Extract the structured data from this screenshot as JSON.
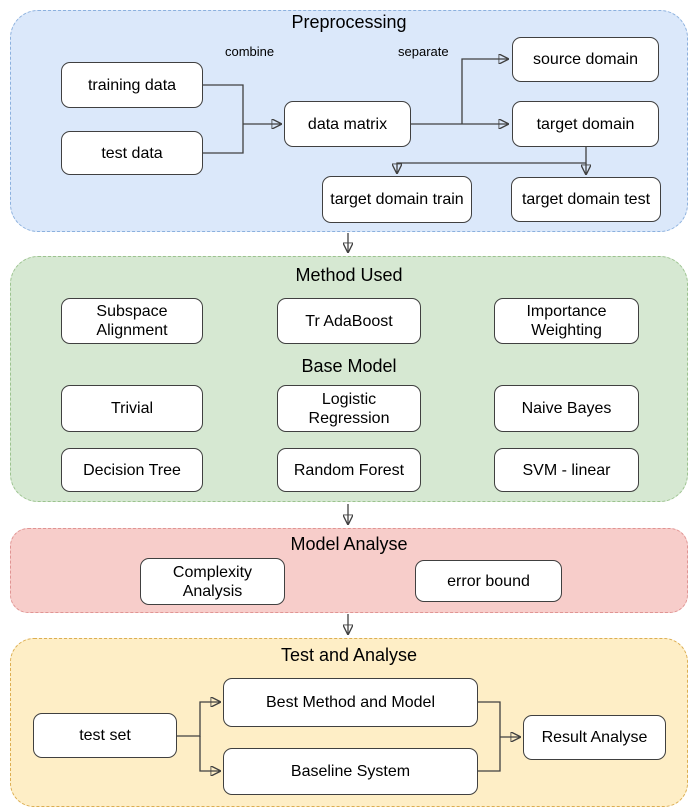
{
  "sections": {
    "preprocessing": {
      "title": "Preprocessing",
      "combine_label": "combine",
      "separate_label": "separate",
      "nodes": {
        "training_data": "training data",
        "test_data": "test data",
        "data_matrix": "data matrix",
        "source_domain": "source domain",
        "target_domain": "target domain",
        "target_domain_train": "target domain train",
        "target_domain_test": "target domain test"
      }
    },
    "method": {
      "title": "Method Used",
      "subtitle": "Base Model",
      "nodes": {
        "subspace_alignment": "Subspace Alignment",
        "tr_adaboost": "Tr AdaBoost",
        "importance_weighting": "Importance Weighting",
        "trivial": "Trivial",
        "logistic_regression": "Logistic Regression",
        "naive_bayes": "Naive Bayes",
        "decision_tree": "Decision Tree",
        "random_forest": "Random Forest",
        "svm_linear": "SVM - linear"
      }
    },
    "model_analyse": {
      "title": "Model Analyse",
      "nodes": {
        "complexity_analysis": "Complexity Analysis",
        "error_bound": "error bound"
      }
    },
    "test_analyse": {
      "title": "Test and Analyse",
      "nodes": {
        "test_set": "test set",
        "best_method_model": "Best Method and Model",
        "baseline_system": "Baseline System",
        "result_analyse": "Result Analyse"
      }
    }
  },
  "colors": {
    "preprocessing_fill": "#dbe8fa",
    "preprocessing_border": "#8cb1de",
    "method_fill": "#d6e8d2",
    "method_border": "#9cc38f",
    "model_analyse_fill": "#f7cdca",
    "model_analyse_border": "#e09493",
    "test_analyse_fill": "#feeec6",
    "test_analyse_border": "#dcae52",
    "node_fill": "#ffffff",
    "node_border": "#404040",
    "arrow": "#404040",
    "text": "#000000"
  }
}
